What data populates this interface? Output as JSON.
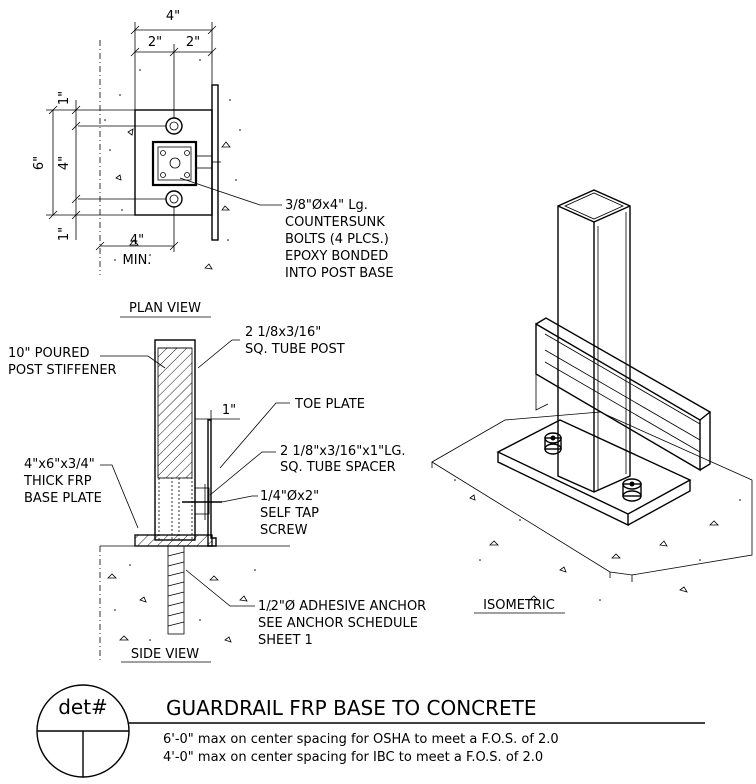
{
  "plan_view": {
    "title": "PLAN VIEW",
    "dim_overall": "4\"",
    "dim_half_left": "2\"",
    "dim_half_right": "2\"",
    "dim_top_edge": "1\"",
    "dim_height": "6\"",
    "dim_bolt_spacing": "4\"",
    "dim_bottom_edge": "1\"",
    "dim_min": "4\"",
    "dim_min_label": "MIN.",
    "bolt_note": [
      "3/8\"Øx4\" Lg.",
      "COUNTERSUNK",
      "BOLTS (4 PLCS.)",
      "EPOXY BONDED",
      "INTO POST BASE"
    ]
  },
  "side_view": {
    "title": "SIDE VIEW",
    "post_note": [
      "2 1/8x3/16\"",
      "SQ. TUBE POST"
    ],
    "stiffener_note": [
      "10\" POURED",
      "POST STIFFENER"
    ],
    "toe_plate_note": "TOE PLATE",
    "toe_dim": "1\"",
    "spacer_note": [
      "2 1/8\"x3/16\"x1\"LG.",
      "SQ. TUBE SPACER"
    ],
    "base_plate_note": [
      "4\"x6\"x3/4\"",
      "THICK FRP",
      "BASE PLATE"
    ],
    "screw_note": [
      "1/4\"Øx2\"",
      "SELF TAP",
      "SCREW"
    ],
    "anchor_note": [
      "1/2\"Ø ADHESIVE ANCHOR",
      "SEE ANCHOR SCHEDULE",
      "SHEET 1"
    ]
  },
  "isometric": {
    "title": "ISOMETRIC"
  },
  "title_block": {
    "detail_tag": "det#",
    "title": "GUARDRAIL FRP BASE TO CONCRETE",
    "note_1": "6'-0\" max on center spacing for OSHA to meet a F.O.S. of 2.0",
    "note_2": "4'-0\" max on center spacing for IBC to meet a F.O.S. of 2.0"
  }
}
